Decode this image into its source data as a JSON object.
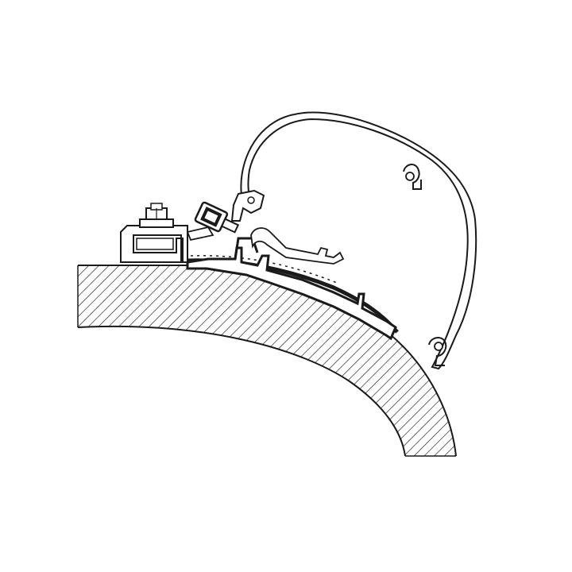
{
  "colors": {
    "background": "#ffffff",
    "line": "#1a1a1a",
    "fill": "#ffffff"
  },
  "diagram": {
    "parts": [
      "roof-wall-section",
      "awning-case-profile",
      "adapter-rail",
      "mounting-bracket",
      "bolt-and-nut",
      "fixing-screw-assembly",
      "rubber-seal-strip"
    ]
  }
}
